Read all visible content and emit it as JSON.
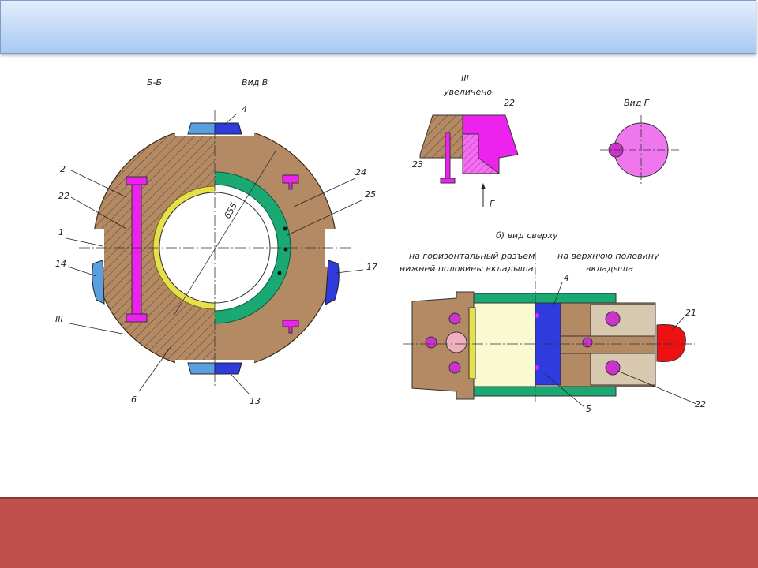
{
  "header": {
    "title": ""
  },
  "footer": {
    "text": ""
  },
  "drawing": {
    "section_label": "Б-Б",
    "view_v_label": "Вид В",
    "detail_label": "III",
    "detail_sub": "увеличено",
    "view_g_label": "Вид Г",
    "view_g_arrow": "Г",
    "top_view_label": "б) вид сверху",
    "left_note_1": "на горизонтальный разъем",
    "left_note_2": "нижней половины вкладыша",
    "right_note_1": "на верхнюю половину",
    "right_note_2": "вкладыша",
    "diameter": "655",
    "callouts": {
      "c1": "1",
      "c2": "2",
      "c3": "III",
      "c4": "4",
      "c5": "5",
      "c6": "6",
      "c13": "13",
      "c14": "14",
      "c17": "17",
      "c21": "21",
      "c22": "22",
      "c22b": "22",
      "c22c": "22",
      "c23": "23",
      "c24": "24",
      "c25": "25",
      "c4b": "4"
    }
  },
  "colors": {
    "bronze": "#b48a64",
    "green": "#1aa873",
    "magenta": "#ee22ee",
    "blue": "#2f3bdc",
    "light_blue": "#5a9fe0",
    "babbitt": "#e8e04a",
    "red": "#ee1111",
    "pale_yellow": "#fafad2"
  }
}
